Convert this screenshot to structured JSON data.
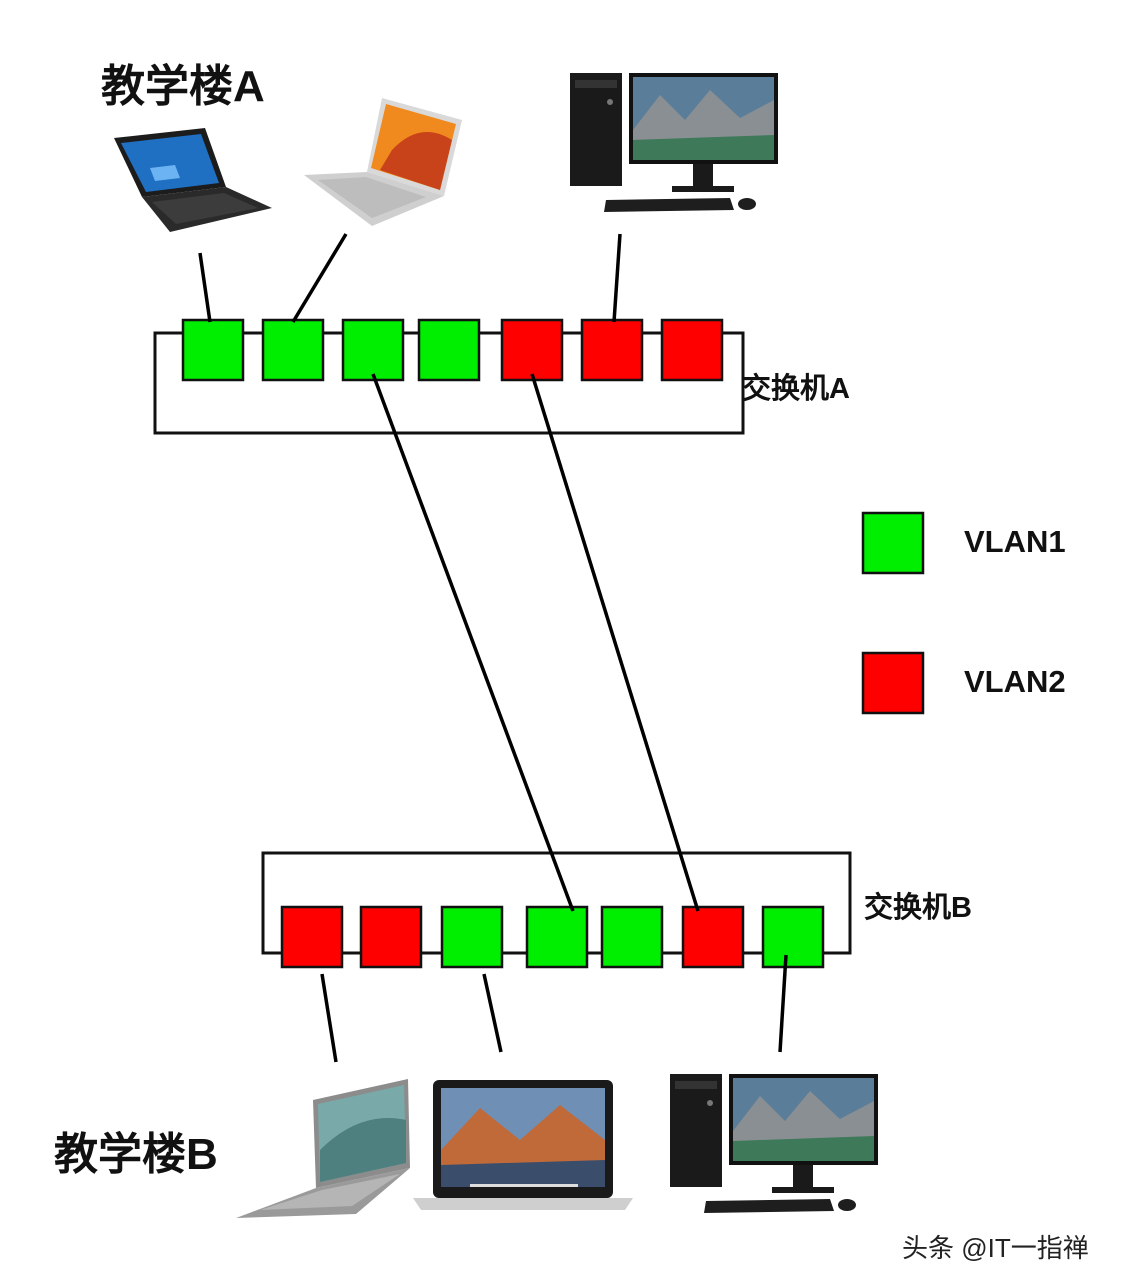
{
  "buildings": {
    "a": {
      "label": "教学楼A"
    },
    "b": {
      "label": "教学楼B"
    }
  },
  "switches": {
    "a": {
      "label": "交换机A",
      "ports": [
        "vlan1",
        "vlan1",
        "vlan1",
        "vlan1",
        "vlan2",
        "vlan2",
        "vlan2"
      ]
    },
    "b": {
      "label": "交换机B",
      "ports": [
        "vlan2",
        "vlan2",
        "vlan1",
        "vlan1",
        "vlan1",
        "vlan2",
        "vlan1"
      ]
    }
  },
  "legend": {
    "vlan1": {
      "label": "VLAN1",
      "color": "#00ee00"
    },
    "vlan2": {
      "label": "VLAN2",
      "color": "#ff0000"
    }
  },
  "devices": {
    "building_a": [
      "laptop-windows-icon",
      "laptop-silver-icon",
      "desktop-pc-icon"
    ],
    "building_b": [
      "laptop-gray-icon",
      "macbook-icon",
      "desktop-pc-icon"
    ]
  },
  "trunk_links": [
    {
      "from_switch_a_port": 3,
      "to_switch_b_port": 4
    },
    {
      "from_switch_a_port": 5,
      "to_switch_b_port": 6
    }
  ],
  "watermark": "头条 @IT一指禅"
}
